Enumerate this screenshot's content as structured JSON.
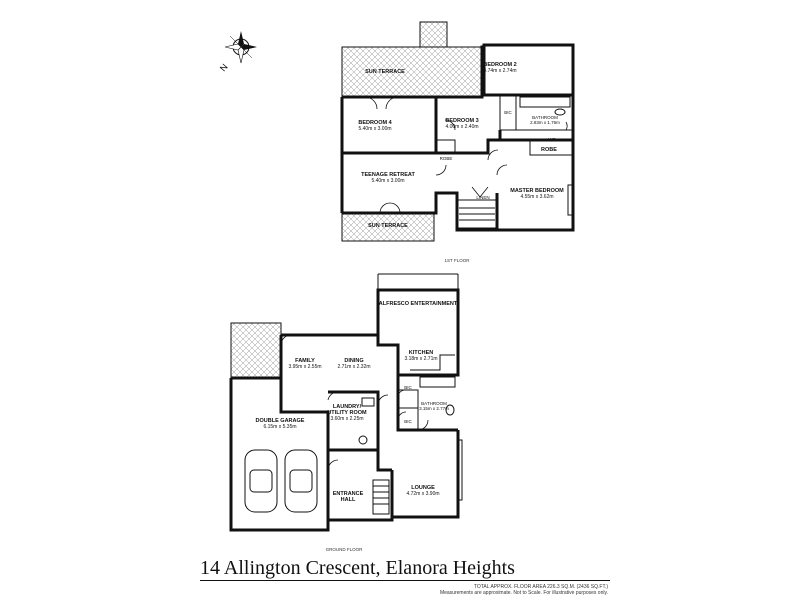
{
  "title": "14 Allington Crescent, Elanora Heights",
  "area_note": "TOTAL APPROX. FLOOR AREA 226.3 SQ.M. (2436 SQ.FT.)",
  "disclaimer": "Measurements are approximate. Not to Scale. For illustrative purposes only.",
  "compass_letter": "N",
  "first_floor": {
    "label": "1ST FLOOR",
    "rooms": {
      "sun_terrace_top": {
        "name": "SUN TERRACE"
      },
      "bedroom2": {
        "name": "BEDROOM 2",
        "dims": "4.74m x 2.74m"
      },
      "bedroom4": {
        "name": "BEDROOM 4",
        "dims": "5.40m x 3.00m"
      },
      "bedroom3": {
        "name": "BEDROOM 3",
        "dims": "4.00m x 2.40m"
      },
      "bic": {
        "name": "BIC"
      },
      "bathroom": {
        "name": "BATHROOM",
        "dims": "2.83m x 1.76m"
      },
      "wc": {
        "name": "WC"
      },
      "robe_master": {
        "name": "ROBE"
      },
      "robe_b3": {
        "name": "ROBE"
      },
      "teenage_retreat": {
        "name": "TEENAGE RETREAT",
        "dims": "5.40m x 3.00m"
      },
      "master_bedroom": {
        "name": "MASTER BEDROOM",
        "dims": "4.55m x 3.62m"
      },
      "linen": {
        "name": "LINEN"
      },
      "sun_terrace_bottom": {
        "name": "SUN TERRACE"
      }
    }
  },
  "ground_floor": {
    "label": "GROUND FLOOR",
    "rooms": {
      "alfresco": {
        "name": "ALFRESCO ENTERTAINMENT"
      },
      "family": {
        "name": "FAMILY",
        "dims": "3.95m x 2.55m"
      },
      "dining": {
        "name": "DINING",
        "dims": "2.71m x 2.32m"
      },
      "kitchen": {
        "name": "KITCHEN",
        "dims": "3.18m x 2.71m"
      },
      "bic1": {
        "name": "BIC"
      },
      "bic2": {
        "name": "BIC"
      },
      "bathroom": {
        "name": "BATHROOM",
        "dims": "3.15m x 2.77m"
      },
      "laundry": {
        "name": "LAUNDRY/",
        "name2": "UTILITY ROOM",
        "dims": "3.60m x 2.25m"
      },
      "garage": {
        "name": "DOUBLE GARAGE",
        "dims": "6.15m x 5.35m"
      },
      "entrance": {
        "name": "ENTRANCE",
        "name2": "HALL"
      },
      "lounge": {
        "name": "LOUNGE",
        "dims": "4.72m x 3.90m"
      }
    }
  }
}
